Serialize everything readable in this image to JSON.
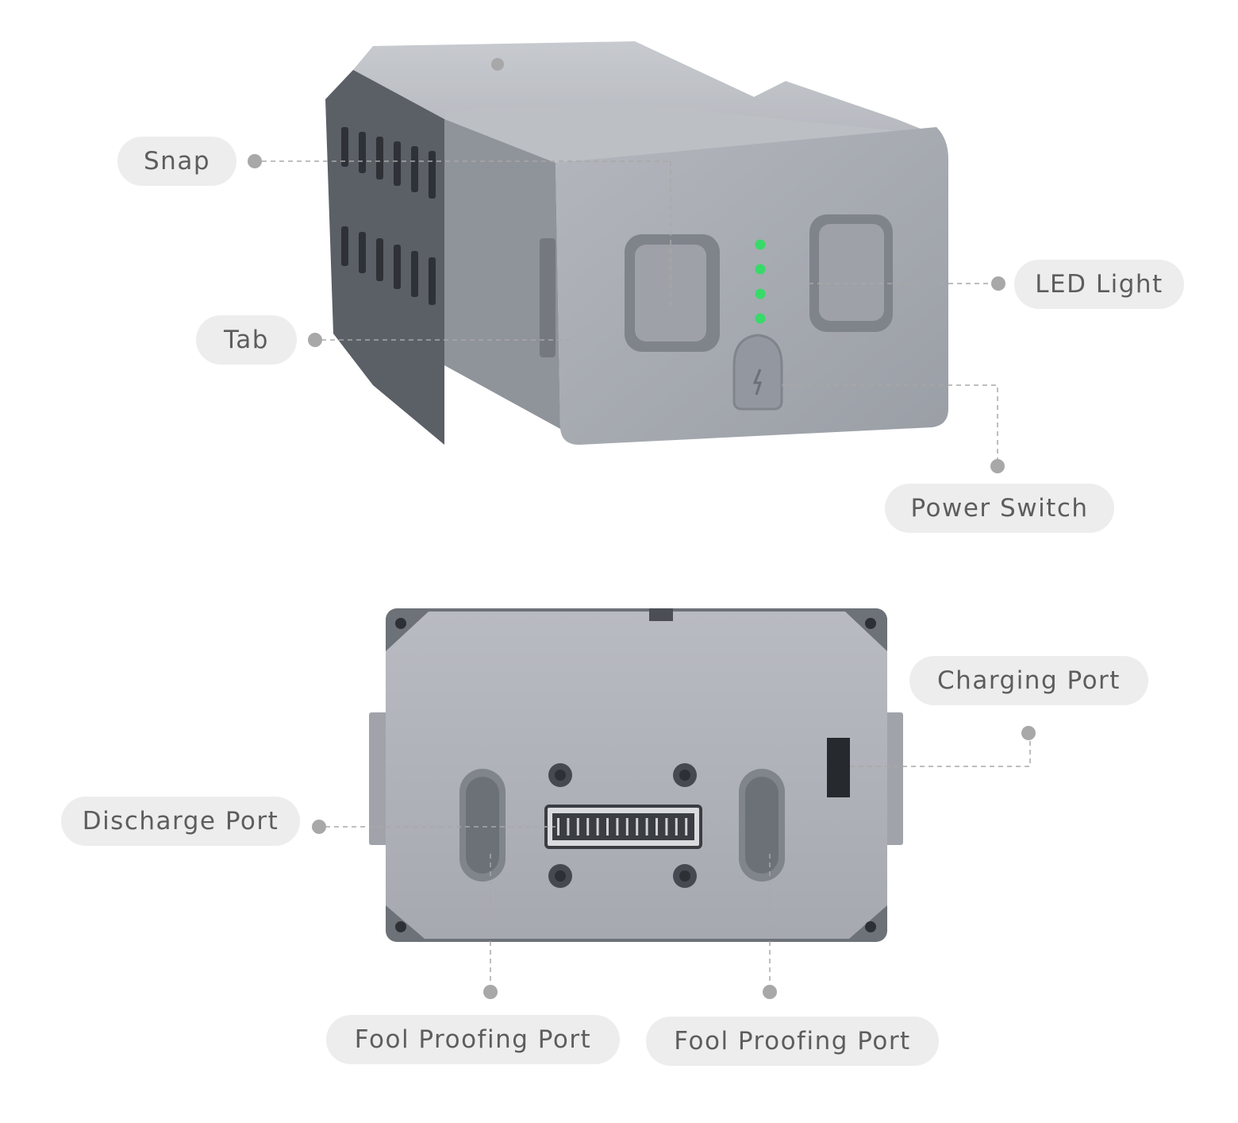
{
  "labels": {
    "snap": "Snap",
    "tab": "Tab",
    "led_light": "LED Light",
    "power_switch": "Power Switch",
    "charging_port": "Charging Port",
    "discharge_port": "Discharge Port",
    "fool_proofing_port_left": "Fool Proofing Port",
    "fool_proofing_port_right": "Fool Proofing Port"
  },
  "led_count": 4,
  "colors": {
    "led": "#39d96a",
    "body_light": "#a9adb3",
    "body_dark": "#5b5f66",
    "label_bg": "#ededed",
    "label_text": "#5d5d5d",
    "leader": "#a8a8a8"
  }
}
